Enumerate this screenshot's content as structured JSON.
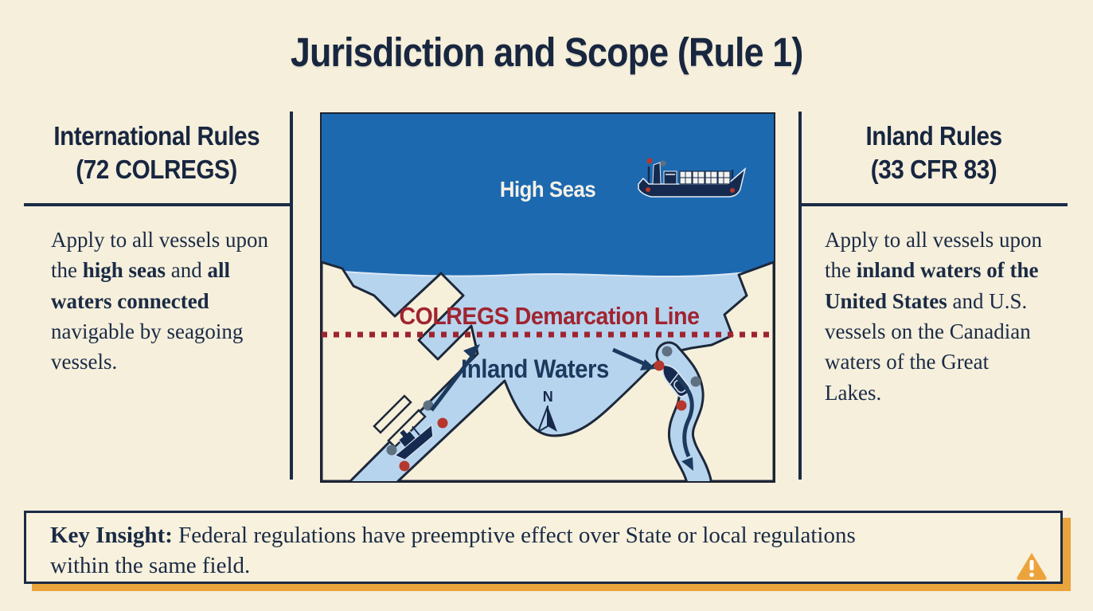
{
  "title": "Jurisdiction and Scope (Rule 1)",
  "left_panel": {
    "heading_line1": "International Rules",
    "heading_line2": "(72 COLREGS)",
    "body_runs": [
      {
        "text": "Apply to all vessels upon the ",
        "bold": false
      },
      {
        "text": "high seas",
        "bold": true
      },
      {
        "text": " and ",
        "bold": false
      },
      {
        "text": "all waters connected",
        "bold": true
      },
      {
        "text": " navigable by seagoing vessels.",
        "bold": false
      }
    ]
  },
  "right_panel": {
    "heading_line1": "Inland Rules",
    "heading_line2": "(33 CFR 83)",
    "body_runs": [
      {
        "text": "Apply to all vessels upon the ",
        "bold": false
      },
      {
        "text": "inland waters of the United States",
        "bold": true
      },
      {
        "text": " and U.S. vessels on the Canadian waters of the Great Lakes.",
        "bold": false
      }
    ]
  },
  "map": {
    "high_seas_label": "High Seas",
    "demarcation_label": "COLREGS Demarcation Line",
    "inland_waters_label": "Inland Waters",
    "compass_label": "N"
  },
  "key_insight": {
    "runs": [
      {
        "text": "Key Insight: ",
        "bold": true
      },
      {
        "text": "Federal regulations have preemptive effect over State or local regulations within the same field.",
        "bold": false
      }
    ]
  },
  "icons": {
    "warning": "warning-triangle-icon",
    "compass": "compass-north-icon",
    "cargo_ship": "cargo-ship-icon",
    "tugboat": "tugboat-icon",
    "motorboat": "motorboat-icon",
    "buoy_red": "red-buoy-dot-icon",
    "buoy_gray": "gray-buoy-dot-icon",
    "course_arrow": "course-arrow-icon"
  },
  "colors": {
    "background_cream": "#f5efdc",
    "navy_text": "#1b2b45",
    "high_seas_blue": "#1d69b0",
    "inland_water_blue": "#b7d4ee",
    "land_cream": "#f6efda",
    "demarcation_red": "#9e2430",
    "accent_orange": "#e9a43b",
    "buoy_red": "#b5372e",
    "buoy_gray": "#5f7181"
  }
}
